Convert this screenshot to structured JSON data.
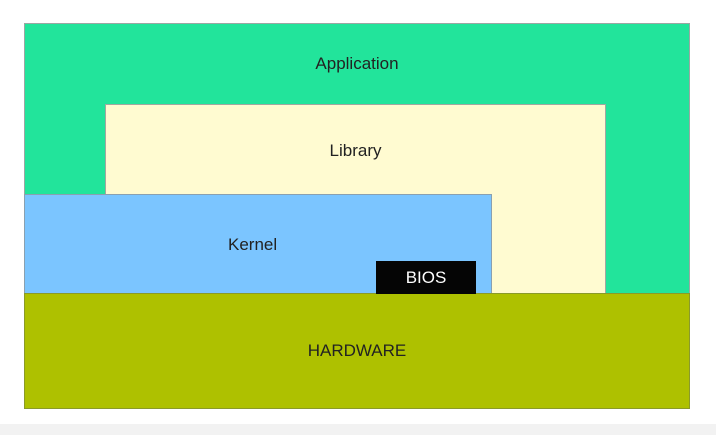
{
  "layers": {
    "application": {
      "label": "Application",
      "color": "#22e49b"
    },
    "library": {
      "label": "Library",
      "color": "#fffbd1"
    },
    "kernel": {
      "label": "Kernel",
      "color": "#7bc5ff"
    },
    "bios": {
      "label": "BIOS",
      "color": "#050505"
    },
    "hardware": {
      "label": "HARDWARE",
      "color": "#aec100"
    }
  }
}
